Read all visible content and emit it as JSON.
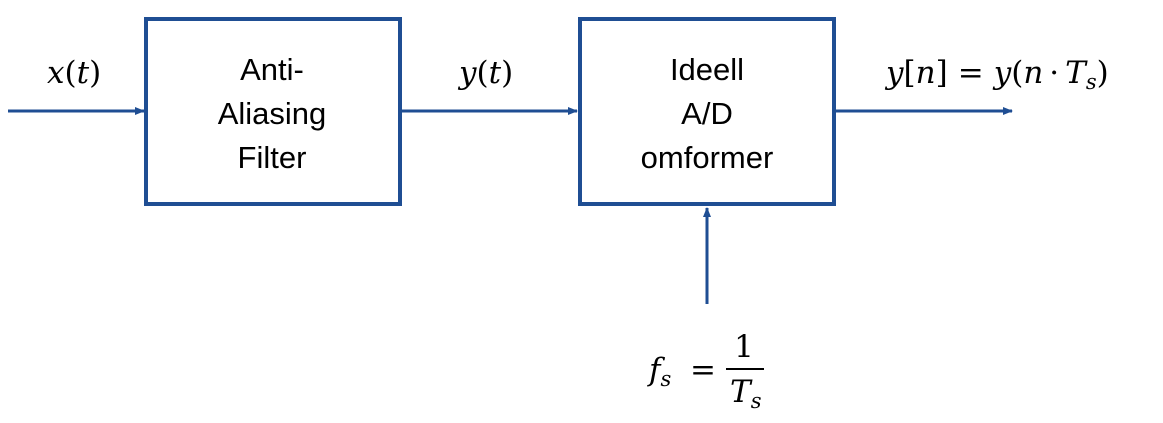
{
  "blocks": {
    "anti_aliasing_filter": {
      "lines": [
        "Anti-",
        "Aliasing",
        "Filter"
      ]
    },
    "ad_converter": {
      "lines": [
        "Ideell",
        "A/D",
        "omformer"
      ]
    }
  },
  "signals": {
    "input": {
      "var": "x",
      "open": "(",
      "arg": "t",
      "close": ")"
    },
    "filtered": {
      "var": "y",
      "open": "(",
      "arg": "t",
      "close": ")"
    },
    "output": {
      "var": "y",
      "index_open": "[",
      "index": "n",
      "index_close": "]",
      "equals": "=",
      "rhs_var": "y",
      "rhs_open": "(",
      "rhs_n": "n",
      "dot": "·",
      "rhs_T": "T",
      "rhs_T_sub": "s",
      "rhs_close": ")"
    },
    "sampling": {
      "f": "f",
      "f_sub": "s",
      "equals": "=",
      "numerator": "1",
      "denominator_T": "T",
      "denominator_sub": "s"
    }
  },
  "colors": {
    "stroke": "#1F4E93",
    "text": "#000000"
  }
}
